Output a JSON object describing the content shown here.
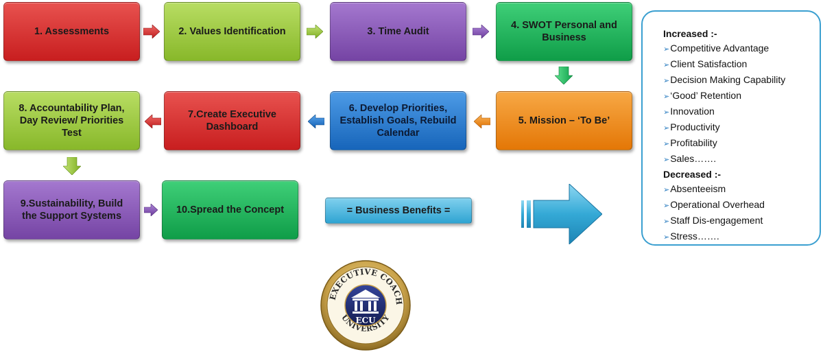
{
  "steps": [
    {
      "label": "1. Assessments",
      "color": "#d8282a"
    },
    {
      "label": "2. Values Identification",
      "color": "#9cc93a"
    },
    {
      "label": "3. Time Audit",
      "color": "#8a56b8"
    },
    {
      "label": "4. SWOT Personal and\nBusiness",
      "color": "#18b55a"
    },
    {
      "label": "5. Mission – ‘To Be’",
      "color": "#f08a12"
    },
    {
      "label": "6. Develop Priorities,\nEstablish Goals,  Rebuild\nCalendar",
      "color": "#1f79d4"
    },
    {
      "label": "7.Create Executive\nDashboard",
      "color": "#d8282a"
    },
    {
      "label": "8. Accountability Plan,\nDay Review/ Priorities\nTest",
      "color": "#9cc93a"
    },
    {
      "label": "9.Sustainability, Build\nthe Support Systems",
      "color": "#8a56b8"
    },
    {
      "label": "10.Spread the Concept",
      "color": "#18b55a"
    }
  ],
  "benefits_box": {
    "label": "=   Business Benefits  =",
    "color": "#43b4dc"
  },
  "benefits": {
    "increased_title": "Increased :-",
    "increased": [
      "Competitive Advantage",
      "Client Satisfaction",
      "Decision Making Capability",
      "‘Good’ Retention",
      "Innovation",
      "Productivity",
      "Profitability",
      "Sales……."
    ],
    "decreased_title": "Decreased :-",
    "decreased": [
      "Absenteeism",
      "Operational Overhead",
      "Staff Dis-engagement",
      "Stress……."
    ]
  },
  "colors": {
    "big_arrow": "#3aaed8",
    "list_border": "#3a9fd0",
    "seal_navy": "#1d2a6b",
    "seal_gold": "#c9a24a"
  },
  "icons": {
    "bullet": "➢"
  }
}
